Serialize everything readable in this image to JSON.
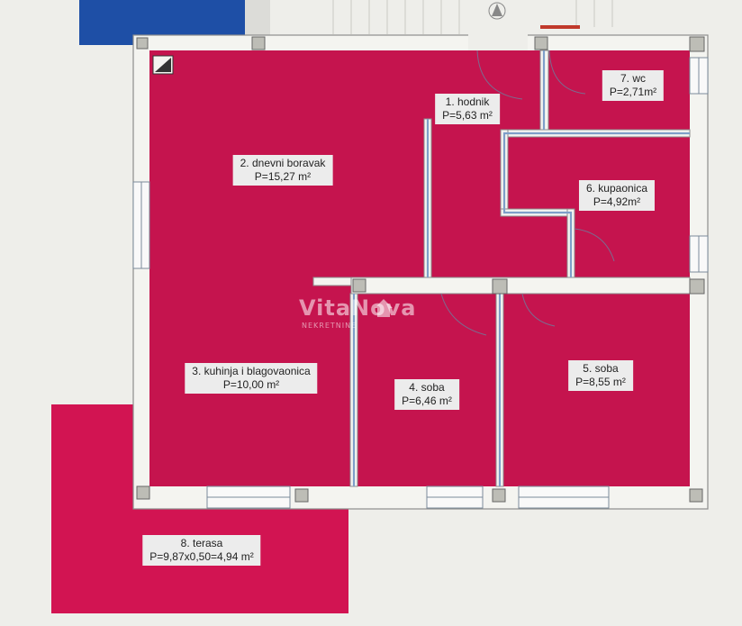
{
  "colors": {
    "room_fill": "#c5144e",
    "terrace_fill": "#d21452",
    "wall": "#f4f4f0",
    "wall_edge": "#8d8d8d",
    "partition": "#7e9fc9",
    "blue_block": "#1e4fa6",
    "background": "#eeeeea"
  },
  "rooms": [
    {
      "name": "1. hodnik",
      "area": "P=5,63 m²"
    },
    {
      "name": "2. dnevni boravak",
      "area": "P=15,27 m²"
    },
    {
      "name": "3. kuhinja i blagovaonica",
      "area": "P=10,00 m²"
    },
    {
      "name": "4. soba",
      "area": "P=6,46 m²"
    },
    {
      "name": "5. soba",
      "area": "P=8,55 m²"
    },
    {
      "name": "6. kupaonica",
      "area": "P=4,92m²"
    },
    {
      "name": "7. wc",
      "area": "P=2,71m²"
    },
    {
      "name": "8. terasa",
      "area": "P=9,87x0,50=4,94 m²"
    }
  ],
  "watermark": {
    "brand": "VitaNova",
    "sub": "NEKRETNINE"
  },
  "icons": {
    "north": "north-arrow-icon",
    "vent": "ventilation-shaft-icon",
    "house": "house-icon"
  }
}
